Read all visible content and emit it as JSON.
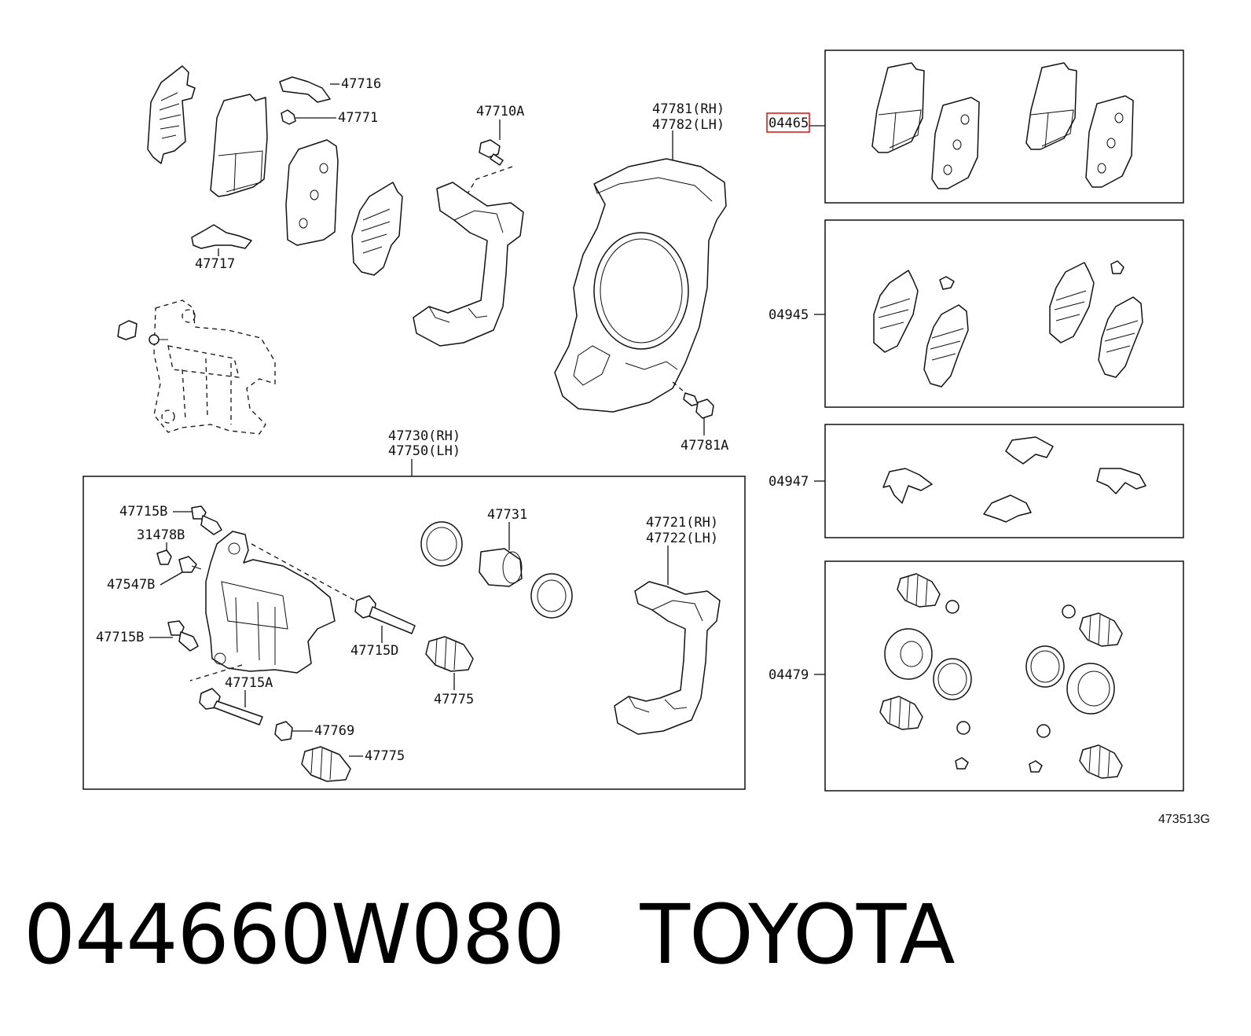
{
  "labels": {
    "p47716": "47716",
    "p47771": "47771",
    "p47717": "47717",
    "p47710A": "47710A",
    "p47781": "47781(RH)",
    "p47782": "47782(LH)",
    "p47781A": "47781A",
    "p47730": "47730(RH)",
    "p47750": "47750(LH)",
    "p47715B_a": "47715B",
    "p31478B": "31478B",
    "p47547B": "47547B",
    "p47715B_b": "47715B",
    "p47715D": "47715D",
    "p47715A": "47715A",
    "p47769": "47769",
    "p47775_a": "47775",
    "p47775_b": "47775",
    "p47731": "47731",
    "p47721": "47721(RH)",
    "p47722": "47722(LH)",
    "kit04465": "04465",
    "kit04945": "04945",
    "kit04947": "04947",
    "kit04479": "04479"
  },
  "highlight_color": "#e01c1c",
  "reference_code": "473513G",
  "caption": {
    "part_number": "044660W080",
    "brand": "TOYOTA"
  }
}
